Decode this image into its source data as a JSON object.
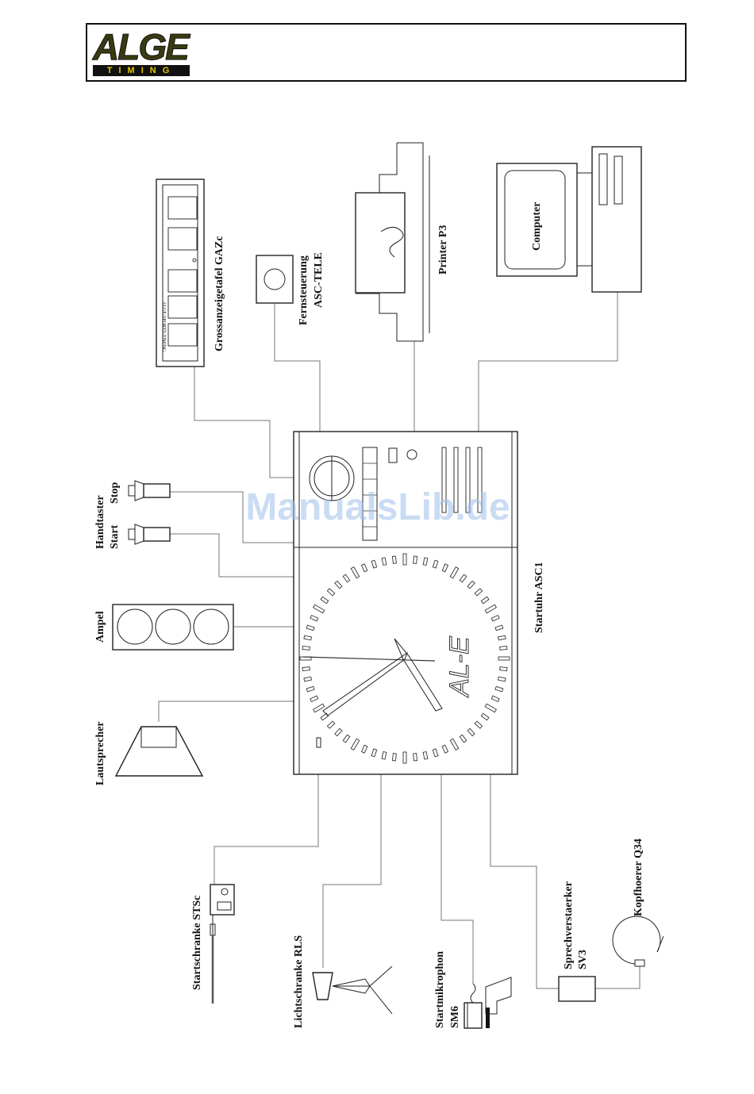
{
  "header": {
    "logo_text": "ALGE",
    "logo_sub": "TIMING"
  },
  "watermark": "ManualsLib.de",
  "devices": {
    "gazc": "Grossanzeigetafel GAZc",
    "gazc_brand": "ALGE-SPORTS-TIMING",
    "asc_tele_1": "Fernsteuerung",
    "asc_tele_2": "ASC-TELE",
    "printer": "Printer P3",
    "computer": "Computer",
    "handtaster_1": "Handtaster",
    "handtaster_start": "Start",
    "handtaster_stop": "Stop",
    "ampel": "Ampel",
    "lautsprecher": "Lautsprecher",
    "startuhr": "Startuhr ASC1",
    "startuhr_logo": "AL-E",
    "startschranke": "Startschranke STSc",
    "lichtschranke": "Lichtschranke RLS",
    "startmikrophon": "Startmikrophon",
    "sm6": "SM6",
    "sprechverstaerker_1": "Sprechverstaerker",
    "sprechverstaerker_2": "SV3",
    "kopfhoerer": "Kopfhoerer Q34"
  }
}
